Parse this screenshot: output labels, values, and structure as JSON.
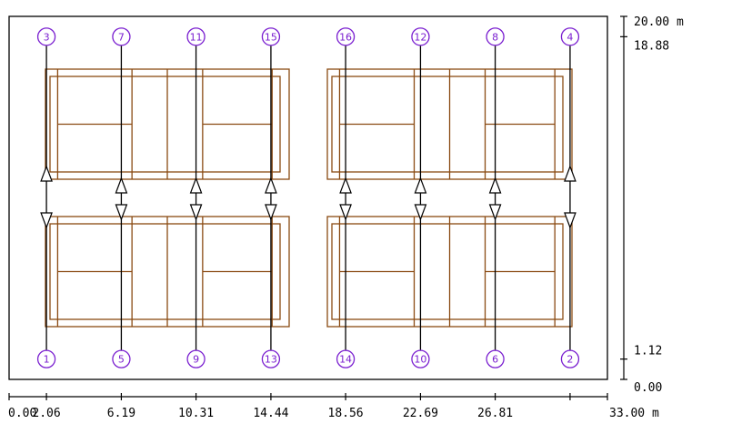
{
  "colors": {
    "frame": "#000000",
    "structure": "#8a4a12",
    "marker": "#7a1fd0",
    "line": "#000000"
  },
  "axes": {
    "x": {
      "ticks": [
        {
          "value": 0.0,
          "label": "0.00"
        },
        {
          "value": 2.06,
          "label": "2.06"
        },
        {
          "value": 6.19,
          "label": "6.19"
        },
        {
          "value": 10.31,
          "label": "10.31"
        },
        {
          "value": 14.44,
          "label": "14.44"
        },
        {
          "value": 18.56,
          "label": "18.56"
        },
        {
          "value": 22.69,
          "label": "22.69"
        },
        {
          "value": 26.81,
          "label": "26.81"
        },
        {
          "value": 30.94,
          "label": ""
        },
        {
          "value": 33.0,
          "label": "33.00 m"
        }
      ]
    },
    "y": {
      "ticks": [
        {
          "value": 20.0,
          "label": "20.00 m"
        },
        {
          "value": 18.88,
          "label": "18.88"
        },
        {
          "value": 1.12,
          "label": "1.12"
        },
        {
          "value": 0.0,
          "label": "0.00"
        }
      ]
    }
  },
  "markers": [
    {
      "label": "3",
      "x": 2.06,
      "y": 18.88
    },
    {
      "label": "7",
      "x": 6.19,
      "y": 18.88
    },
    {
      "label": "11",
      "x": 10.31,
      "y": 18.88
    },
    {
      "label": "15",
      "x": 14.44,
      "y": 18.88
    },
    {
      "label": "16",
      "x": 18.56,
      "y": 18.88
    },
    {
      "label": "12",
      "x": 22.69,
      "y": 18.88
    },
    {
      "label": "8",
      "x": 26.81,
      "y": 18.88
    },
    {
      "label": "4",
      "x": 30.94,
      "y": 18.88
    },
    {
      "label": "1",
      "x": 2.06,
      "y": 1.12
    },
    {
      "label": "5",
      "x": 6.19,
      "y": 1.12
    },
    {
      "label": "9",
      "x": 10.31,
      "y": 1.12
    },
    {
      "label": "13",
      "x": 14.44,
      "y": 1.12
    },
    {
      "label": "14",
      "x": 18.56,
      "y": 1.12
    },
    {
      "label": "10",
      "x": 22.69,
      "y": 1.12
    },
    {
      "label": "6",
      "x": 26.81,
      "y": 1.12
    },
    {
      "label": "2",
      "x": 30.94,
      "y": 1.12
    }
  ]
}
